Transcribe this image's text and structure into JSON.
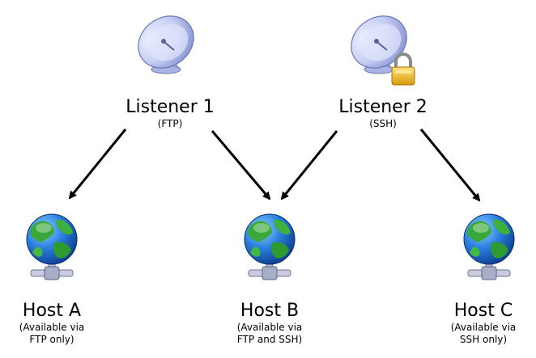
{
  "listeners": [
    {
      "name": "Listener 1",
      "protocol": "(FTP)",
      "icon": "satellite-dish-icon",
      "locked": false
    },
    {
      "name": "Listener 2",
      "protocol": "(SSH)",
      "icon": "satellite-dish-icon",
      "locked": true,
      "lock_icon": "padlock-icon"
    }
  ],
  "hosts": [
    {
      "name": "Host A",
      "availability_line1": "(Available via",
      "availability_line2": "FTP only)",
      "icon": "networked-globe-icon"
    },
    {
      "name": "Host B",
      "availability_line1": "(Available via",
      "availability_line2": "FTP and SSH)",
      "icon": "networked-globe-icon"
    },
    {
      "name": "Host C",
      "availability_line1": "(Available via",
      "availability_line2": "SSH only)",
      "icon": "networked-globe-icon"
    }
  ],
  "connections": [
    {
      "from": "Listener 1",
      "to": "Host A"
    },
    {
      "from": "Listener 1",
      "to": "Host B"
    },
    {
      "from": "Listener 2",
      "to": "Host B"
    },
    {
      "from": "Listener 2",
      "to": "Host C"
    }
  ],
  "colors": {
    "dish_body": "#b9c3ee",
    "dish_shadow": "#7f8ccd",
    "ocean": "#1f6fd1",
    "land": "#39a83a",
    "connector": "#a9aec8",
    "lock_gold": "#f2bf2c",
    "arrow": "#000000"
  }
}
